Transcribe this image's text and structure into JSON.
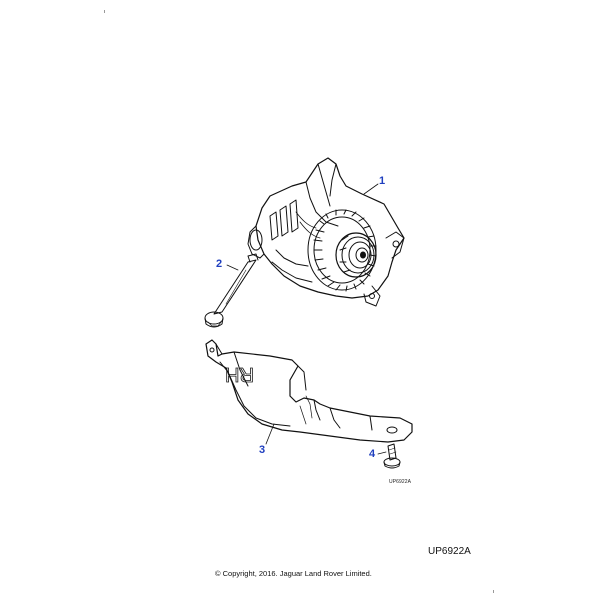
{
  "diagram": {
    "parts": [
      {
        "number": "1",
        "name": "alternator"
      },
      {
        "number": "2",
        "name": "bolt"
      },
      {
        "number": "3",
        "name": "heat-shield-bracket"
      },
      {
        "number": "4",
        "name": "screw"
      }
    ],
    "shield_marking": "RH",
    "inner_ref": "UP6922A",
    "ref_code": "UP6922A",
    "copyright": "© Copyright, 2016. Jaguar Land Rover Limited."
  },
  "colors": {
    "callout": "#1f3fbf",
    "line": "#111111"
  }
}
